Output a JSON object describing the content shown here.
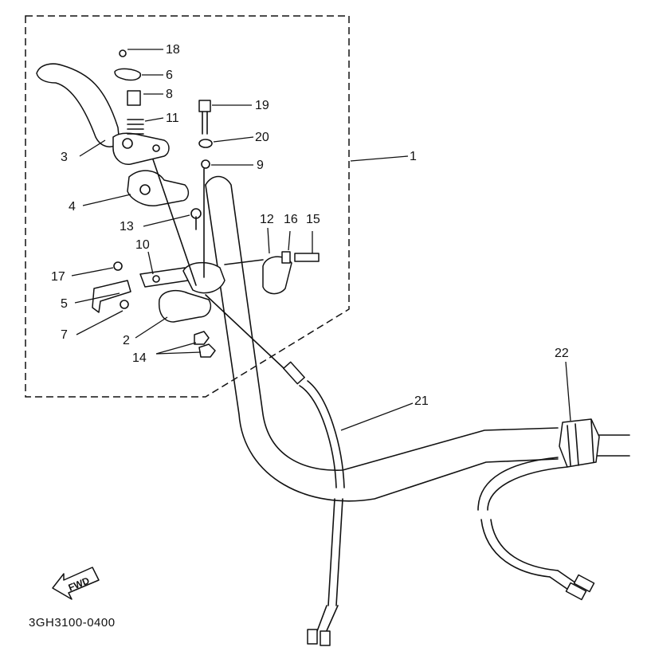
{
  "diagram_code": "3GH3100-0400",
  "direction_badge": "FWD",
  "callouts": [
    {
      "id": "18",
      "label": "18"
    },
    {
      "id": "6",
      "label": "6"
    },
    {
      "id": "8",
      "label": "8"
    },
    {
      "id": "11",
      "label": "11"
    },
    {
      "id": "3",
      "label": "3"
    },
    {
      "id": "19",
      "label": "19"
    },
    {
      "id": "20",
      "label": "20"
    },
    {
      "id": "9",
      "label": "9"
    },
    {
      "id": "1",
      "label": "1"
    },
    {
      "id": "4",
      "label": "4"
    },
    {
      "id": "12",
      "label": "12"
    },
    {
      "id": "16",
      "label": "16"
    },
    {
      "id": "15",
      "label": "15"
    },
    {
      "id": "13",
      "label": "13"
    },
    {
      "id": "10",
      "label": "10"
    },
    {
      "id": "17",
      "label": "17"
    },
    {
      "id": "5",
      "label": "5"
    },
    {
      "id": "7",
      "label": "7"
    },
    {
      "id": "2",
      "label": "2"
    },
    {
      "id": "14",
      "label": "14"
    },
    {
      "id": "21",
      "label": "21"
    },
    {
      "id": "22",
      "label": "22"
    }
  ]
}
